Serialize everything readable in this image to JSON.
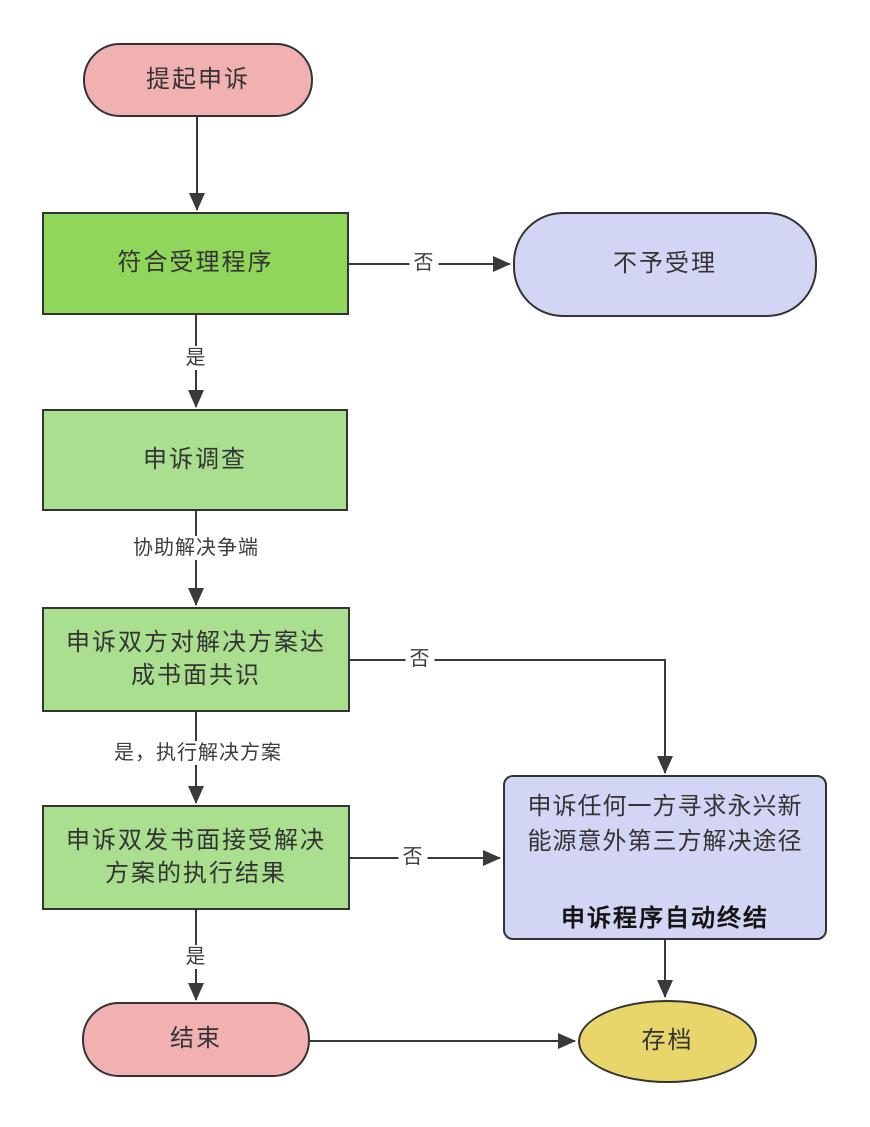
{
  "diagram": {
    "type": "flowchart",
    "language": "zh-CN",
    "colors": {
      "terminal_fill": "#F2B1B1",
      "process_fill": "#90D65A",
      "process_light_fill": "#A9DF8F",
      "alternate_fill": "#D3D5F5",
      "archive_fill": "#E8D66A",
      "border": "#333333",
      "line": "#3A3A3A",
      "background": "#FFFFFF"
    },
    "nodes": {
      "start": {
        "label": "提起申诉",
        "shape": "rounded",
        "fill": "#F2B1B1"
      },
      "check": {
        "label": "符合受理程序",
        "shape": "rectangle",
        "fill": "#90D65A"
      },
      "reject": {
        "label": "不予受理",
        "shape": "rounded",
        "fill": "#D3D5F5"
      },
      "invest": {
        "label": "申诉调查",
        "shape": "rectangle",
        "fill": "#A9DF8F"
      },
      "consensus": {
        "line1": "申诉双方对解决方案达",
        "line2": "成书面共识",
        "shape": "rectangle",
        "fill": "#A9DF8F"
      },
      "accept": {
        "line1": "申诉双发书面接受解决",
        "line2": "方案的执行结果",
        "shape": "rectangle",
        "fill": "#A9DF8F"
      },
      "third_party": {
        "line1": "申诉任何一方寻求永兴新",
        "line2": "能源意外第三方解决途径",
        "line3": "申诉程序自动终结",
        "shape": "rounded-rectangle",
        "fill": "#D3D5F5"
      },
      "end": {
        "label": "结束",
        "shape": "rounded",
        "fill": "#F2B1B1"
      },
      "archive": {
        "label": "存档",
        "shape": "ellipse",
        "fill": "#E8D66A"
      }
    },
    "edge_labels": {
      "no1": "否",
      "yes1": "是",
      "assist": "协助解决争端",
      "no2": "否",
      "yes_execute": "是，执行解决方案",
      "no3": "否",
      "yes2": "是"
    },
    "edges": [
      {
        "from": "start",
        "to": "check",
        "label": ""
      },
      {
        "from": "check",
        "to": "reject",
        "label": "否"
      },
      {
        "from": "check",
        "to": "invest",
        "label": "是"
      },
      {
        "from": "invest",
        "to": "consensus",
        "label": "协助解决争端"
      },
      {
        "from": "consensus",
        "to": "third_party",
        "label": "否"
      },
      {
        "from": "consensus",
        "to": "accept",
        "label": "是，执行解决方案"
      },
      {
        "from": "accept",
        "to": "third_party",
        "label": "否"
      },
      {
        "from": "accept",
        "to": "end",
        "label": "是"
      },
      {
        "from": "third_party",
        "to": "archive",
        "label": ""
      },
      {
        "from": "end",
        "to": "archive",
        "label": ""
      }
    ]
  }
}
